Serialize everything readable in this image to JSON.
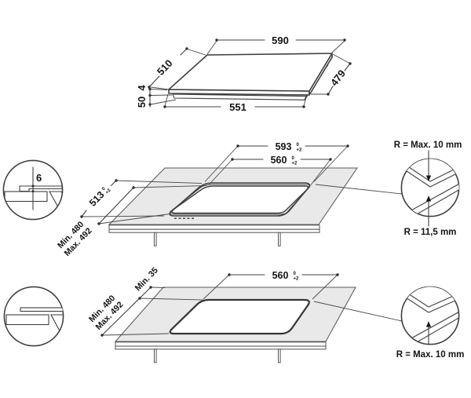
{
  "tolerance": {
    "upper": "0",
    "lower": "+2"
  },
  "product_view": {
    "top_width": "590",
    "left_depth": "510",
    "right_depth": "479",
    "bottom_width": "551",
    "glass_thickness": "4",
    "body_height": "50"
  },
  "flush_view": {
    "outer_width": "593",
    "inner_width": "560",
    "outer_depth": "513",
    "depth_min": "Min. 480",
    "depth_max": "Max. 492",
    "step_height": "6",
    "corner_radius_max": "R = Max. 10 mm",
    "edge_radius": "R = 11,5 mm"
  },
  "standard_view": {
    "cutout_width": "560",
    "rear_clearance": "Min. 35",
    "depth_min": "Min. 480",
    "depth_max": "Max. 492",
    "corner_radius_max": "R = Max. 10 mm"
  },
  "colors": {
    "counter_fill": "#e9e9e9",
    "detail_fill": "#ececec",
    "line": "#3f3f3f",
    "text": "#141414"
  }
}
